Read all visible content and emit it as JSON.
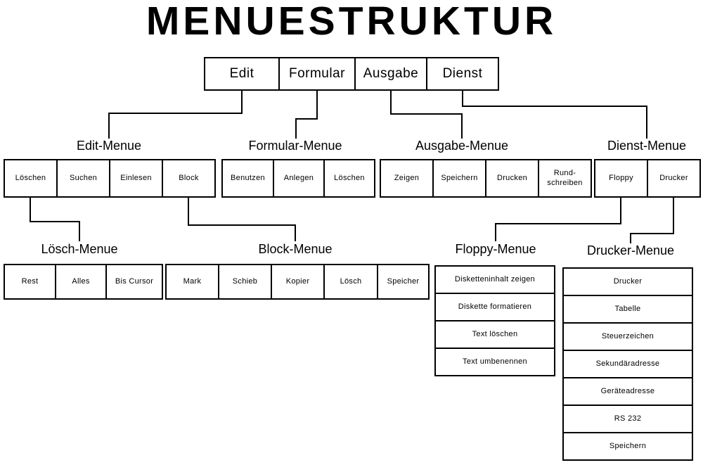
{
  "title": "MENUESTRUKTUR",
  "top_menu": {
    "items": [
      {
        "label": "Edit"
      },
      {
        "label": "Formular"
      },
      {
        "label": "Ausgabe"
      },
      {
        "label": "Dienst"
      }
    ]
  },
  "submenus": {
    "edit": {
      "title": "Edit-Menue",
      "items": [
        {
          "label": "Löschen"
        },
        {
          "label": "Suchen"
        },
        {
          "label": "Einlesen"
        },
        {
          "label": "Block"
        }
      ]
    },
    "formular": {
      "title": "Formular-Menue",
      "items": [
        {
          "label": "Benutzen"
        },
        {
          "label": "Anlegen"
        },
        {
          "label": "Löschen"
        }
      ]
    },
    "ausgabe": {
      "title": "Ausgabe-Menue",
      "items": [
        {
          "label": "Zeigen"
        },
        {
          "label": "Speichern"
        },
        {
          "label": "Drucken"
        },
        {
          "label": "Rund-schreiben"
        }
      ]
    },
    "dienst": {
      "title": "Dienst-Menue",
      "items": [
        {
          "label": "Floppy"
        },
        {
          "label": "Drucker"
        }
      ]
    },
    "loesch": {
      "title": "Lösch-Menue",
      "items": [
        {
          "label": "Rest"
        },
        {
          "label": "Alles"
        },
        {
          "label": "Bis Cursor"
        }
      ]
    },
    "block": {
      "title": "Block-Menue",
      "items": [
        {
          "label": "Mark"
        },
        {
          "label": "Schieb"
        },
        {
          "label": "Kopier"
        },
        {
          "label": "Lösch"
        },
        {
          "label": "Speicher"
        }
      ]
    },
    "floppy": {
      "title": "Floppy-Menue",
      "items": [
        {
          "label": "Disketteninhalt zeigen"
        },
        {
          "label": "Diskette formatieren"
        },
        {
          "label": "Text löschen"
        },
        {
          "label": "Text umbenennen"
        }
      ]
    },
    "drucker": {
      "title": "Drucker-Menue",
      "items": [
        {
          "label": "Drucker"
        },
        {
          "label": "Tabelle"
        },
        {
          "label": "Steuerzeichen"
        },
        {
          "label": "Sekundäradresse"
        },
        {
          "label": "Geräteadresse"
        },
        {
          "label": "RS 232"
        },
        {
          "label": "Speichern"
        }
      ]
    }
  },
  "colors": {
    "background": "#ffffff",
    "line": "#000000",
    "text": "#000000"
  }
}
